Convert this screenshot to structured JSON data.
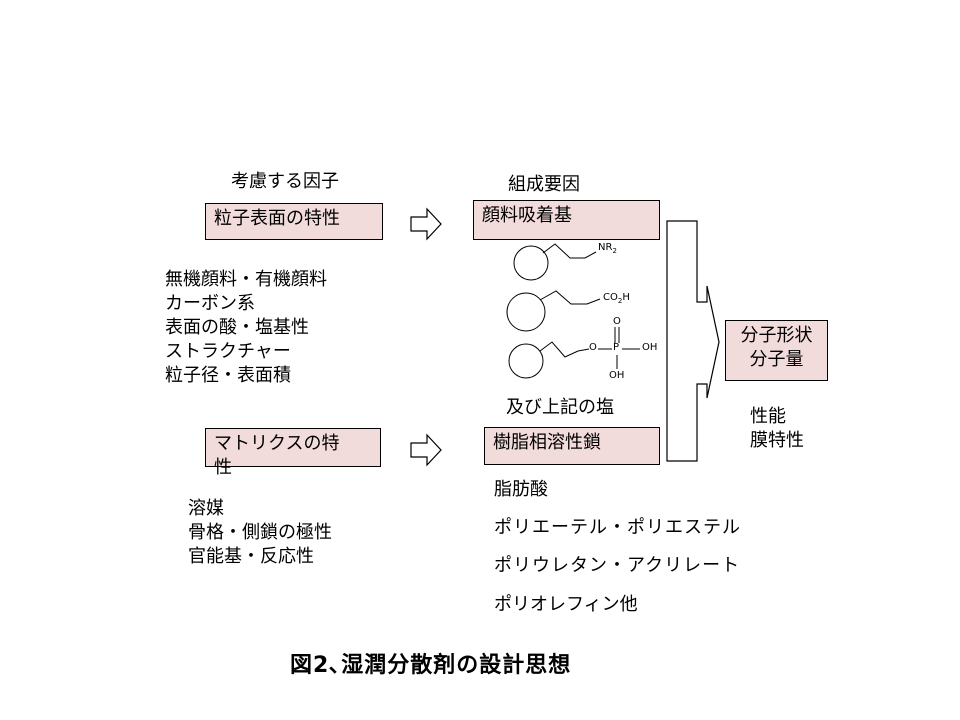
{
  "left": {
    "header": "考慮する因子",
    "particle_box": "粒子表面の特性",
    "particle_items": [
      "無機顔料・有機顔料",
      "カーボン系",
      "表面の酸・塩基性",
      "ストラクチャー",
      "粒子径・表面積"
    ],
    "matrix_box": "マトリクスの特\n性",
    "matrix_items": [
      "溶媒",
      "骨格・側鎖の極性",
      "官能基・反応性"
    ]
  },
  "middle": {
    "header": "組成要因",
    "anchor_box": "顔料吸着基",
    "structures": [
      {
        "group": "NR",
        "subscript": "2"
      },
      {
        "group": "CO",
        "subscript": "2",
        "suffix": "H"
      },
      {
        "o_top": "O",
        "o_link": "O",
        "p": "P",
        "oh_right": "OH",
        "oh_bottom": "OH"
      }
    ],
    "salt_note": "及び上記の塩",
    "chain_box": "樹脂相溶性鎖",
    "chain_items": [
      "脂肪酸",
      "ポリエーテル・ポリエステル",
      "ポリウレタン・アクリレート",
      "ポリオレフィン他"
    ]
  },
  "right": {
    "result_box": [
      "分子形状",
      "分子量"
    ],
    "performance": [
      "性能",
      "膜特性"
    ]
  },
  "caption": "図2､湿潤分散剤の設計思想",
  "colors": {
    "box_fill": "#f2dcdb",
    "line": "#000000"
  }
}
